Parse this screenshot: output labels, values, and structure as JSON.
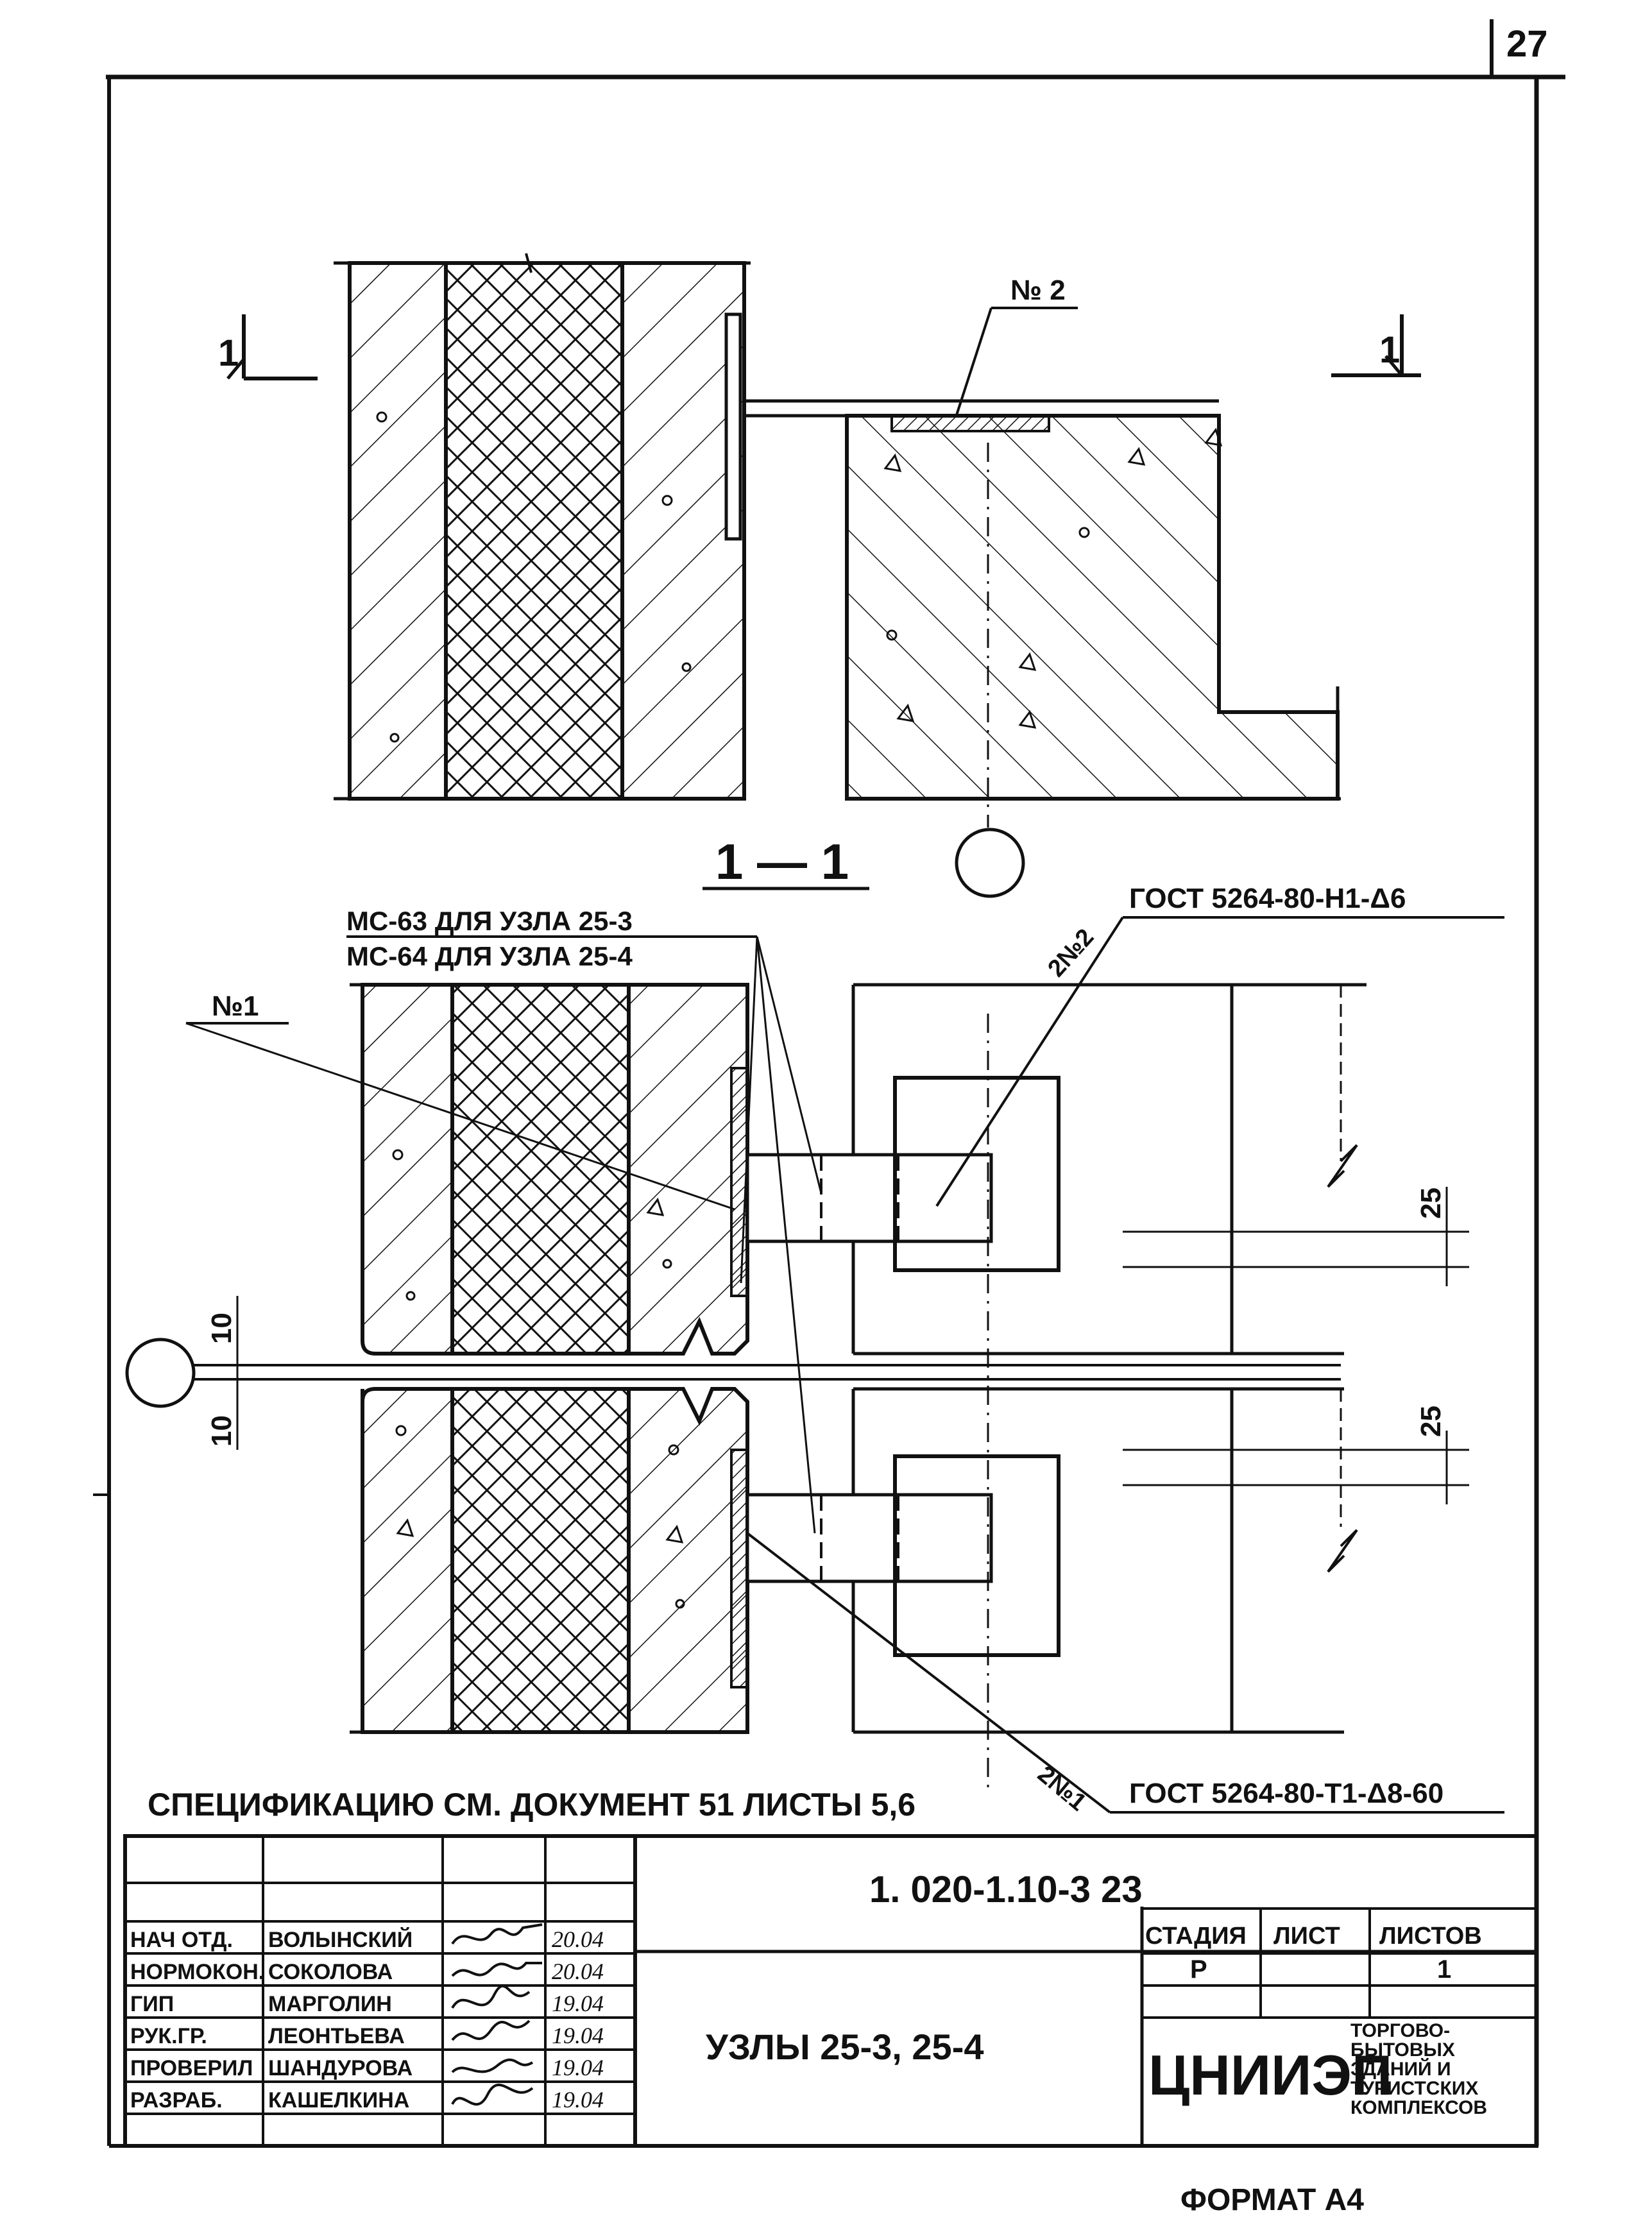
{
  "sheet_number_corner": "27",
  "section_label": "1 — 1",
  "cut_marks": {
    "left": "1",
    "right": "1"
  },
  "callouts": {
    "no2_top": "№ 2",
    "no1_left": "№1",
    "weld_upper_code": "2№2",
    "weld_upper_gost": "ГОСТ 5264-80-Н1-Δ6",
    "weld_lower_code": "2№1",
    "weld_lower_gost": "ГОСТ 5264-80-Т1-Δ8-60",
    "mc_line1": "МС-63 ДЛЯ УЗЛА 25-3",
    "mc_line2": "МС-64 ДЛЯ УЗЛА 25-4"
  },
  "dimensions": {
    "gap_top": "10",
    "gap_bottom": "10",
    "upper_right": "25",
    "lower_right": "25"
  },
  "specification_note": "СПЕЦИФИКАЦИЮ СМ. ДОКУМЕНТ 51 ЛИСТЫ 5,6",
  "title_block": {
    "document_code": "1. 020-1.10-3 23",
    "title": "УЗЛЫ 25-3, 25-4",
    "stage_header": "СТАДИЯ",
    "sheet_header": "ЛИСТ",
    "sheets_header": "ЛИСТОВ",
    "stage_value": "Р",
    "sheets_value": "1",
    "org_name": "ЦНИИЭП",
    "org_line1": "ТОРГОВО-",
    "org_line2": "БЫТОВЫХ",
    "org_line3": "ЗДАНИЙ И",
    "org_line4": "ТУРИСТСКИХ",
    "org_line5": "КОМПЛЕКСОВ",
    "signatories": [
      {
        "role": "НАЧ ОТД.",
        "name": "ВОЛЫНСКИЙ",
        "date": "20.04"
      },
      {
        "role": "НОРМОКОН.",
        "name": "СОКОЛОВА",
        "date": "20.04"
      },
      {
        "role": "ГИП",
        "name": "МАРГОЛИН",
        "date": "19.04"
      },
      {
        "role": "РУК.ГР.",
        "name": "ЛЕОНТЬЕВА",
        "date": "19.04"
      },
      {
        "role": "ПРОВЕРИЛ",
        "name": "ШАНДУРОВА",
        "date": "19.04"
      },
      {
        "role": "РАЗРАБ.",
        "name": "КАШЕЛКИНА",
        "date": "19.04"
      }
    ]
  },
  "footer_format": "ФОРМАТ А4"
}
